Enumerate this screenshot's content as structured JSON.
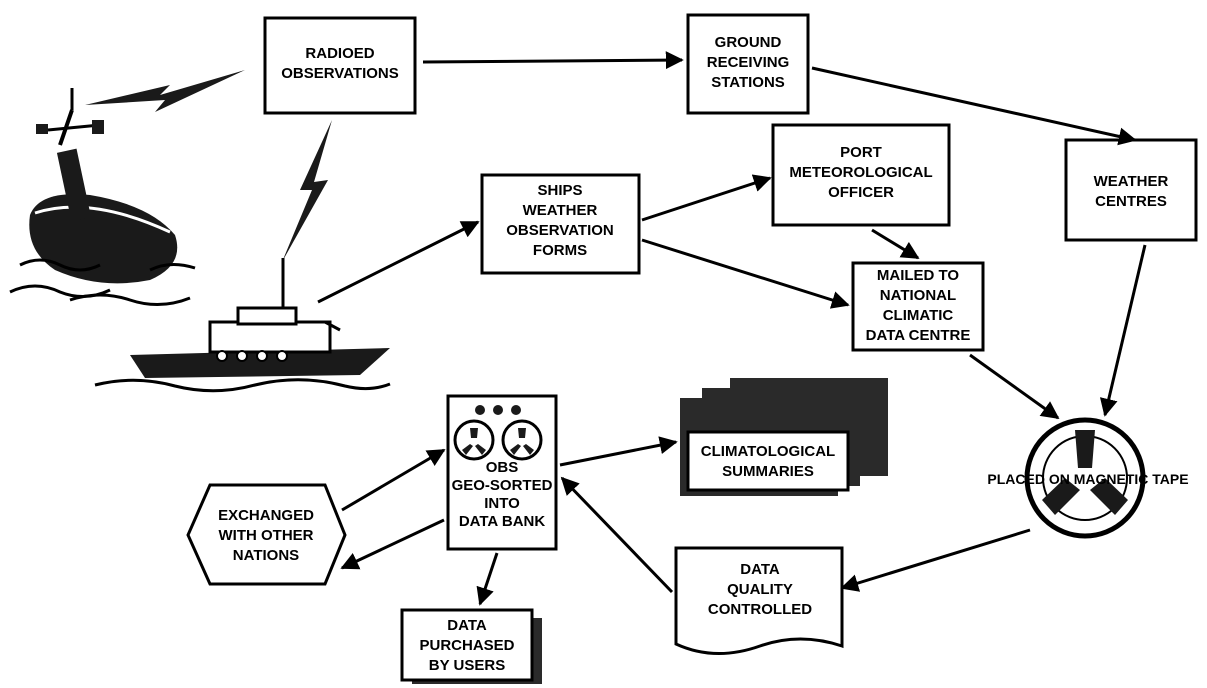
{
  "labels": {
    "radioed": [
      "RADIOED",
      "OBSERVATIONS"
    ],
    "ground": [
      "GROUND",
      "RECEIVING",
      "STATIONS"
    ],
    "port": [
      "PORT",
      "METEOROLOGICAL",
      "OFFICER"
    ],
    "weather": [
      "WEATHER",
      "CENTRES"
    ],
    "ships_forms": [
      "SHIPS",
      "WEATHER",
      "OBSERVATION",
      "FORMS"
    ],
    "mailed": [
      "MAILED TO",
      "NATIONAL",
      "CLIMATIC",
      "DATA CENTRE"
    ],
    "magnetic": "PLACED ON MAGNETIC TAPE",
    "climatological": [
      "CLIMATOLOGICAL",
      "SUMMARIES"
    ],
    "databank": [
      "OBS",
      "GEO-SORTED",
      "INTO",
      "DATA BANK"
    ],
    "exchanged": [
      "EXCHANGED",
      "WITH OTHER",
      "NATIONS"
    ],
    "quality": [
      "DATA",
      "QUALITY",
      "CONTROLLED"
    ],
    "purchased": [
      "DATA",
      "PURCHASED",
      "BY USERS"
    ]
  },
  "icons": [
    "buoy-icon",
    "ship-icon",
    "lightning-icon",
    "tape-reel-icon"
  ]
}
